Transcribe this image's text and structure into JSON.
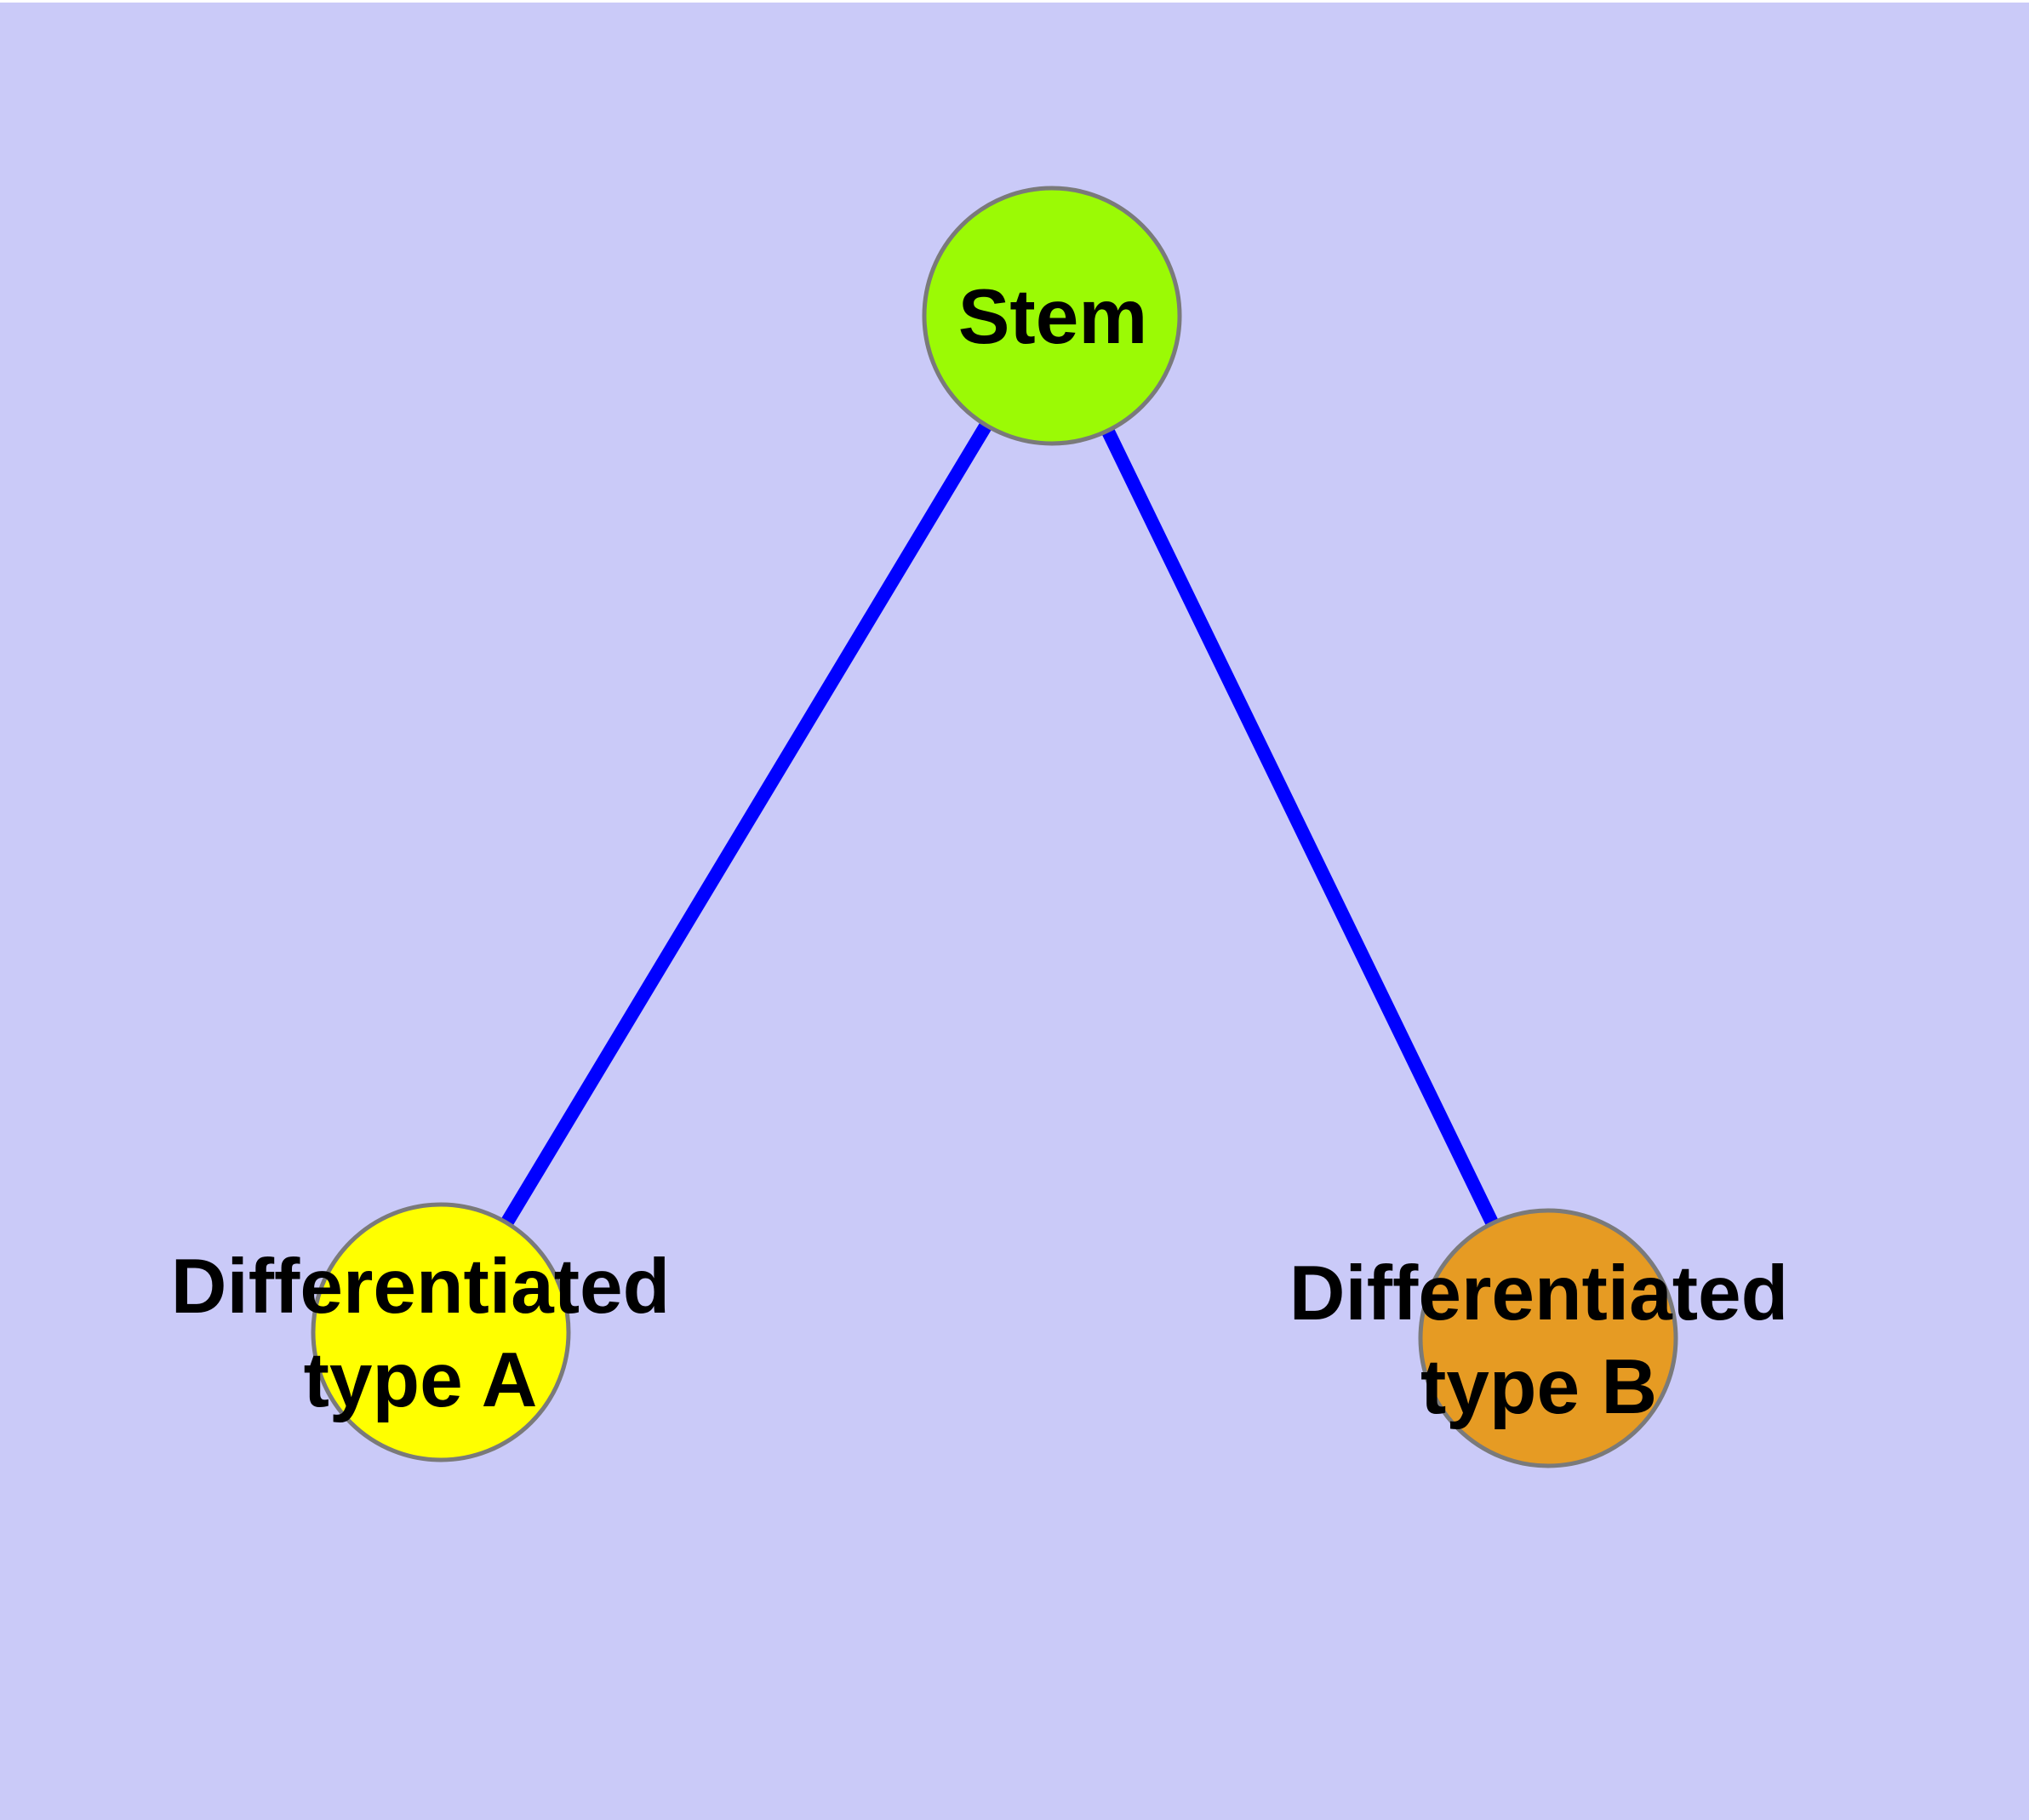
{
  "diagram": {
    "background_color": "#CACAF8",
    "top_margin_color": "#FFFFFF",
    "edge_color": "#0000FF",
    "node_border_color": "#7A7A7A",
    "label_text_color": "#000000",
    "nodes": [
      {
        "id": "stem",
        "label": "Stem",
        "color": "#9BFA05"
      },
      {
        "id": "differentiated-type-a",
        "label": "Differentiated type A",
        "label_line1": "Differentiated",
        "label_line2": "type A",
        "color": "#FFFF00"
      },
      {
        "id": "differentiated-type-b",
        "label": "Differentiated type B",
        "label_line1": "Differentiated",
        "label_line2": "type B",
        "color": "#E69B23"
      }
    ],
    "edges": [
      {
        "from": "Stem",
        "to": "Differentiated type A"
      },
      {
        "from": "Stem",
        "to": "Differentiated type B"
      }
    ]
  }
}
